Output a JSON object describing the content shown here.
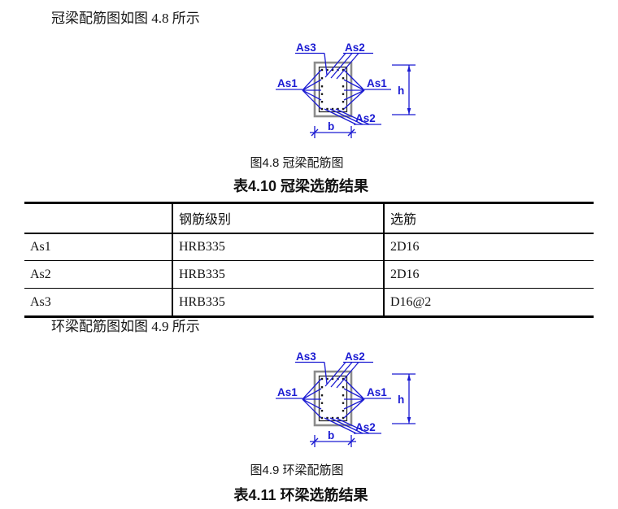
{
  "paragraphs": {
    "p1": "冠梁配筋图如图 4.8  所示",
    "p2": "环梁配筋图如图 4.9  所示"
  },
  "figure1": {
    "caption": "图4.8  冠梁配筋图",
    "labels": {
      "as1": "As1",
      "as2": "As2",
      "as3": "As3",
      "h": "h",
      "b": "b"
    }
  },
  "figure2": {
    "caption": "图4.9  环梁配筋图",
    "labels": {
      "as1": "As1",
      "as2": "As2",
      "as3": "As3",
      "h": "h",
      "b": "b"
    }
  },
  "table1": {
    "title": "表4.10  冠梁选筋结果",
    "headers": [
      "",
      "钢筋级别",
      "选筋"
    ],
    "rows": [
      [
        "As1",
        "HRB335",
        "2D16"
      ],
      [
        "As2",
        "HRB335",
        "2D16"
      ],
      [
        "As3",
        "HRB335",
        "D16@2"
      ]
    ]
  },
  "table2": {
    "title": "表4.11  环梁选筋结果"
  },
  "colors": {
    "label_blue": "#1a1ad2",
    "section_gray": "#8c8c8c",
    "border_black": "#000000"
  }
}
